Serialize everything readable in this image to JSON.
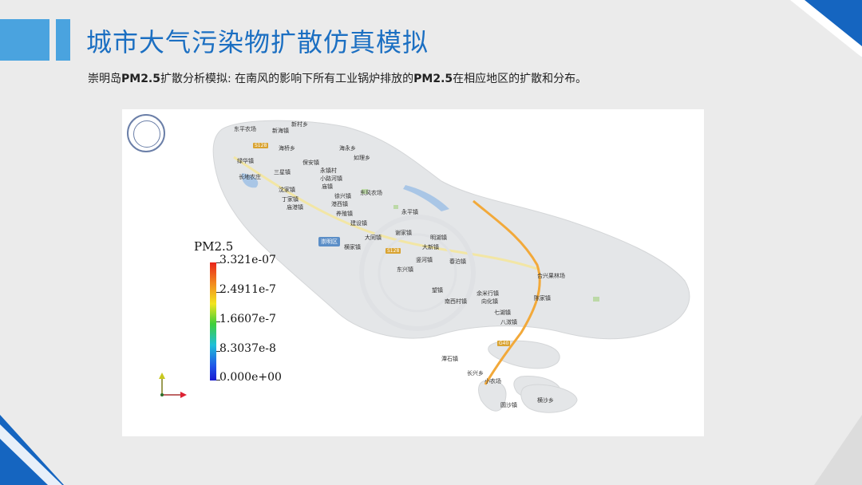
{
  "slide": {
    "title": "城市大气污染物扩散仿真模拟",
    "subtitle_prefix": "崇明岛",
    "subtitle_bold1": "PM2.5",
    "subtitle_mid": "扩散分析模拟: 在南风的影响下所有工业锅炉排放的",
    "subtitle_bold2": "PM2.5",
    "subtitle_suffix": "在相应地区的扩散和分布。"
  },
  "colors": {
    "accent": "#1b6fc2",
    "bar": "#4aa3df",
    "corner": "#1565c0",
    "background": "#ebebeb"
  },
  "legend": {
    "title": "PM2.5",
    "ticks": [
      "3.321e-07",
      "2.4911e-7",
      "1.6607e-7",
      "8.3037e-8",
      "0.000e+00"
    ]
  },
  "map": {
    "labels": [
      "新村乡",
      "东平农场",
      "新海镇",
      "海桥乡",
      "海永乡",
      "绿华镇",
      "保安镇",
      "如理乡",
      "三星镇",
      "永镇村",
      "长地农庄",
      "小路河镇",
      "沈家镇",
      "庙镇",
      "丁家镇",
      "庙港镇",
      "东风农场",
      "港西镇",
      "徐兴镇",
      "养殖镇",
      "建设镇",
      "永平镇",
      "大同镇",
      "谢家镇",
      "崇明区",
      "横家镇",
      "明湖镇",
      "大新镇",
      "竖河镇",
      "春泊镇",
      "东兴镇",
      "合兴果林场",
      "望镇",
      "余米行镇",
      "陈家镇",
      "南西村镇",
      "向化镇",
      "七湖镇",
      "八滧镇",
      "潭石镇",
      "长兴乡",
      "小农场",
      "横沙乡",
      "圆沙镇"
    ],
    "roads": [
      "S128",
      "S128",
      "G40"
    ],
    "district": "崇明区"
  }
}
